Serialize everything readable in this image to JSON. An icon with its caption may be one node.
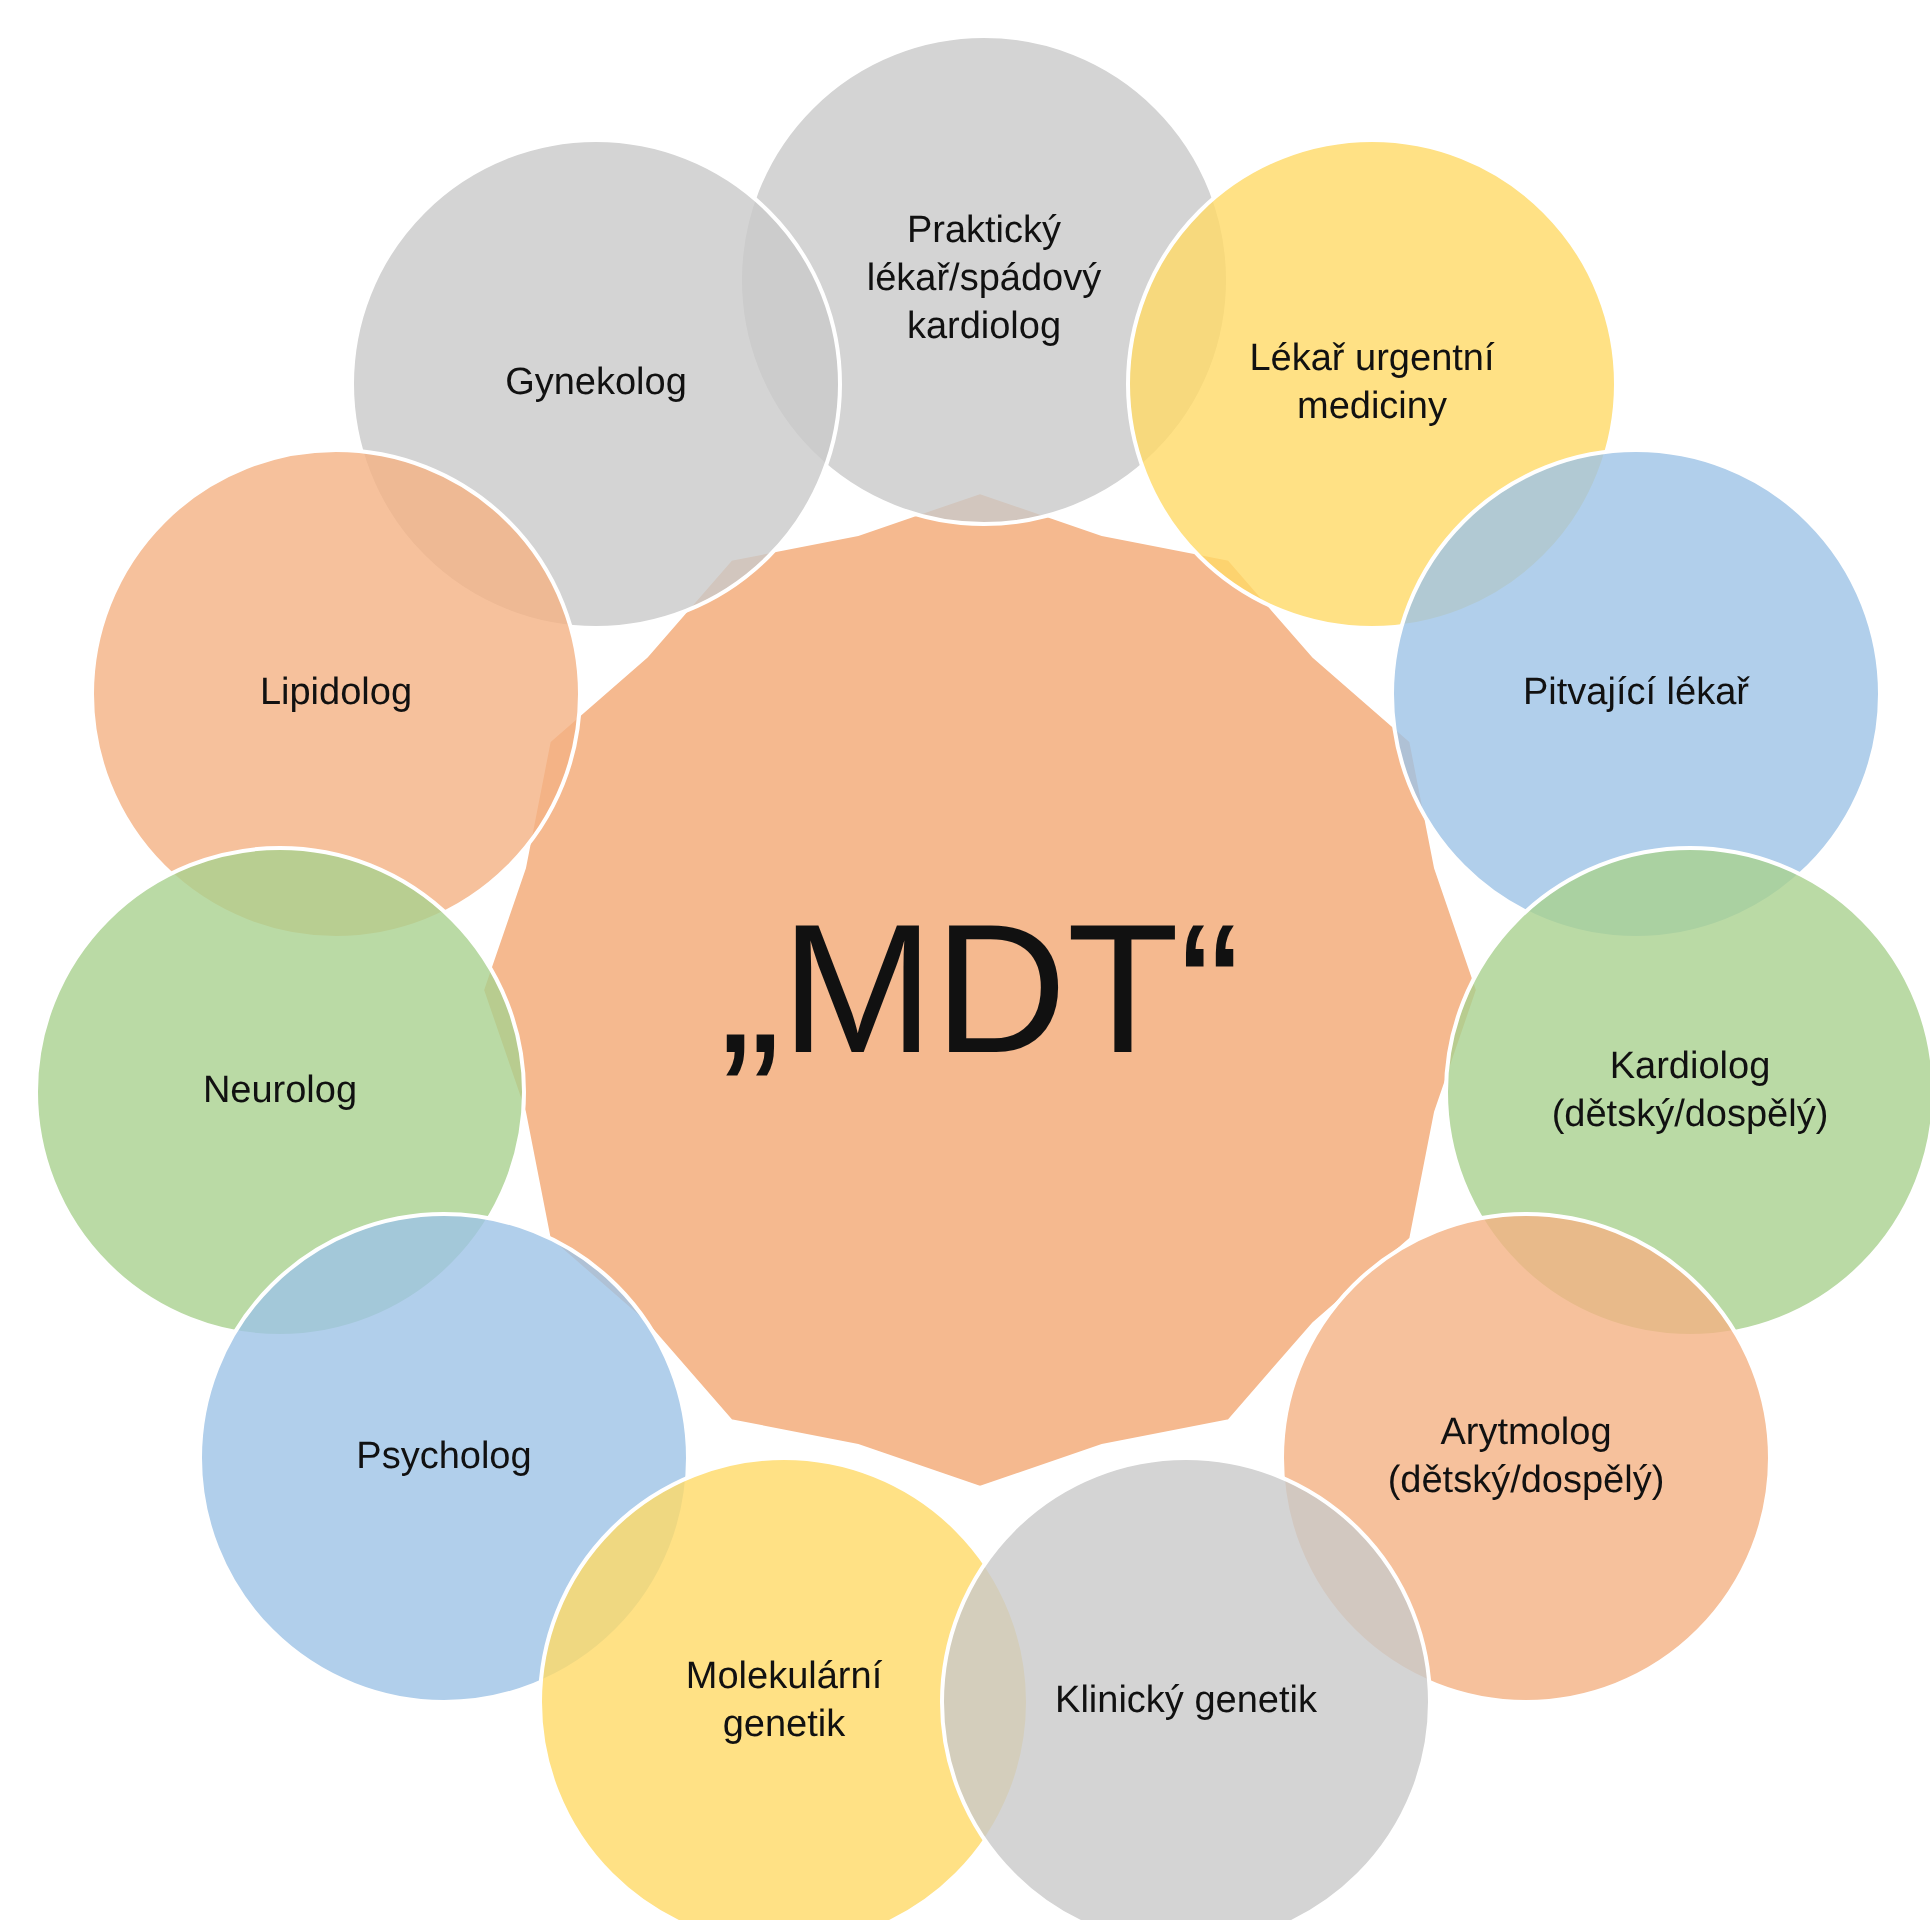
{
  "diagram": {
    "nodes": [
      {
        "text": [
          "„MDT“"
        ]
      },
      {
        "text": [
          "Praktický lékař/spádový kardiolog"
        ]
      },
      {
        "text": [
          "Gynekolog"
        ]
      },
      {
        "text": [
          "Lékař urgentní mediciny"
        ]
      },
      {
        "text": [
          "Lipidolog"
        ]
      },
      {
        "text": [
          "Pitvající lékař"
        ]
      },
      {
        "text": [
          "Neurolog"
        ]
      },
      {
        "text": [
          "Kardiolog (dětský/dospělý)"
        ]
      },
      {
        "text": [
          "Psycholog"
        ]
      },
      {
        "text": [
          "Arytmolog (dětský/dospělý)"
        ]
      },
      {
        "text": [
          "Molekulární genetik"
        ]
      },
      {
        "text": [
          "Klinický genetik"
        ]
      }
    ]
  }
}
